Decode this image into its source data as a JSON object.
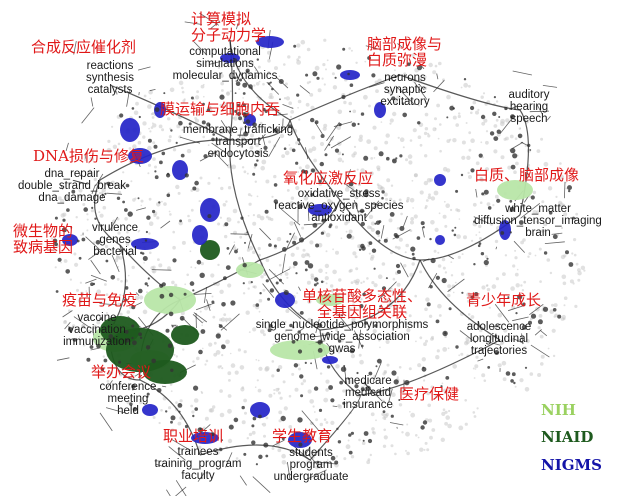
{
  "clusters": [
    {
      "id": "compmodel",
      "zh": "计算模拟\n分子动力学",
      "terms": [
        "computational",
        "simulations",
        "molecular_dynamics"
      ]
    },
    {
      "id": "synth",
      "zh": "合成反应催化剂",
      "terms": [
        "reactions",
        "synthesis",
        "catalysts"
      ]
    },
    {
      "id": "neuro",
      "zh": "脑部成像与\n白质弥漫",
      "terms": [
        "neurons",
        "synaptic",
        "excitatory"
      ]
    },
    {
      "id": "auditory",
      "zh": "",
      "terms": [
        "auditory",
        "hearing",
        "speech"
      ]
    },
    {
      "id": "membrane",
      "zh": "膜运输与细胞内吞",
      "terms": [
        "membrane_trafficking",
        "transport",
        "endocytosis"
      ]
    },
    {
      "id": "dna",
      "zh": "DNA损伤与修复",
      "terms": [
        "dna_repair",
        "double_strand_break",
        "dna_damage"
      ]
    },
    {
      "id": "oxidative",
      "zh": "氧化应激反应",
      "terms": [
        "oxidative_stress",
        "reactive_oxygen_species",
        "antioxidant"
      ]
    },
    {
      "id": "whitematter",
      "zh": "白质、脑部成像",
      "terms": [
        "white_matter",
        "diffusion_tensor_imaging",
        "brain"
      ]
    },
    {
      "id": "virulence",
      "zh": "微生物的\n致病基因",
      "terms": [
        "virulence",
        "genes",
        "bacterial"
      ]
    },
    {
      "id": "vaccine",
      "zh": "疫苗与免疫",
      "terms": [
        "vaccine",
        "vaccination",
        "immunization"
      ]
    },
    {
      "id": "snp",
      "zh": "单核苷酸多态性、\n全基因组关联",
      "terms": [
        "single_nucleotide_polymorphisms",
        "genome_wide_association",
        "gwas"
      ]
    },
    {
      "id": "adolescence",
      "zh": "青少年成长",
      "terms": [
        "adolescence",
        "longitudinal",
        "trajectories"
      ]
    },
    {
      "id": "conference",
      "zh": "举办会议",
      "terms": [
        "conference",
        "meeting",
        "held"
      ]
    },
    {
      "id": "medicare",
      "zh": "医疗保健",
      "terms": [
        "medicare",
        "medicaid",
        "insurance"
      ]
    },
    {
      "id": "training",
      "zh": "职业培训",
      "terms": [
        "trainees",
        "training_program",
        "faculty"
      ]
    },
    {
      "id": "students",
      "zh": "学生教育",
      "terms": [
        "students",
        "program",
        "undergraduate"
      ]
    }
  ],
  "legend": [
    {
      "label": "NIH",
      "color": "#9ad160"
    },
    {
      "label": "NIAID",
      "color": "#1e5a1e"
    },
    {
      "label": "NIGMS",
      "color": "#1414a8"
    }
  ],
  "colors": {
    "nih": "#b8e6a8",
    "niaid": "#1e5a1e",
    "nigms": "#2424c8",
    "background_nodes": "#c8c8c8",
    "edges": "#222222",
    "labels_zh": "#e01818"
  }
}
